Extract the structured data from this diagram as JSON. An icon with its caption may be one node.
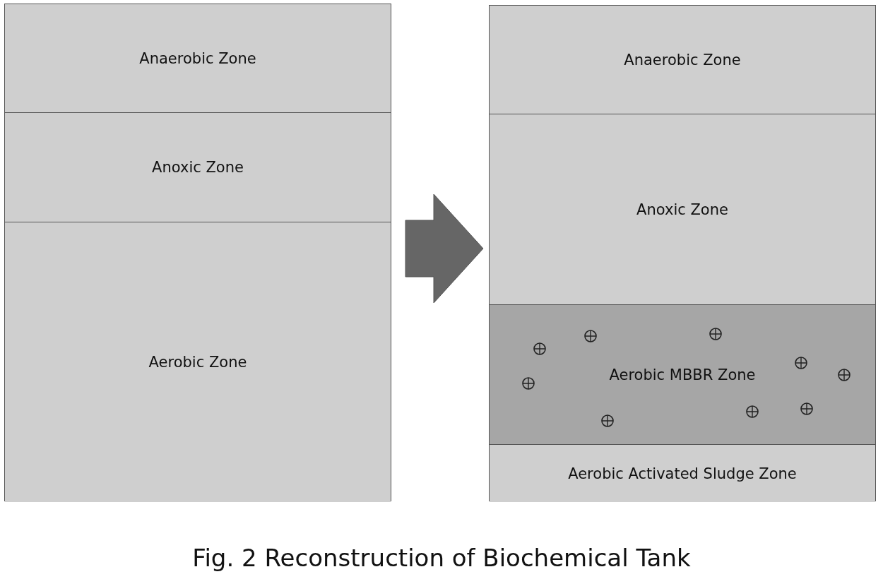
{
  "diagram": {
    "caption": "Fig. 2 Reconstruction of Biochemical Tank",
    "nodes": [
      {
        "text": [],
        "shape": "box"
      },
      {
        "text": [
          "Anaerobic Zone"
        ],
        "in": 0
      },
      {
        "text": [
          "Anoxic Zone"
        ],
        "in": 0
      },
      {
        "text": [
          "Aerobic Zone"
        ],
        "in": 0
      },
      {
        "text": [],
        "shape": "box"
      },
      {
        "text": [
          "Anaerobic Zone"
        ],
        "in": 4
      },
      {
        "text": [
          "Anoxic Zone"
        ],
        "in": 4
      },
      {
        "text": [
          "Aerobic MBBR Zone"
        ],
        "in": 4
      },
      {
        "text": [
          "Aerobic Activated Sludge Zone"
        ],
        "in": 4
      }
    ],
    "edges": [
      {
        "from": 0,
        "to": 4,
        "arrow": "to",
        "style": "thick"
      }
    ]
  }
}
